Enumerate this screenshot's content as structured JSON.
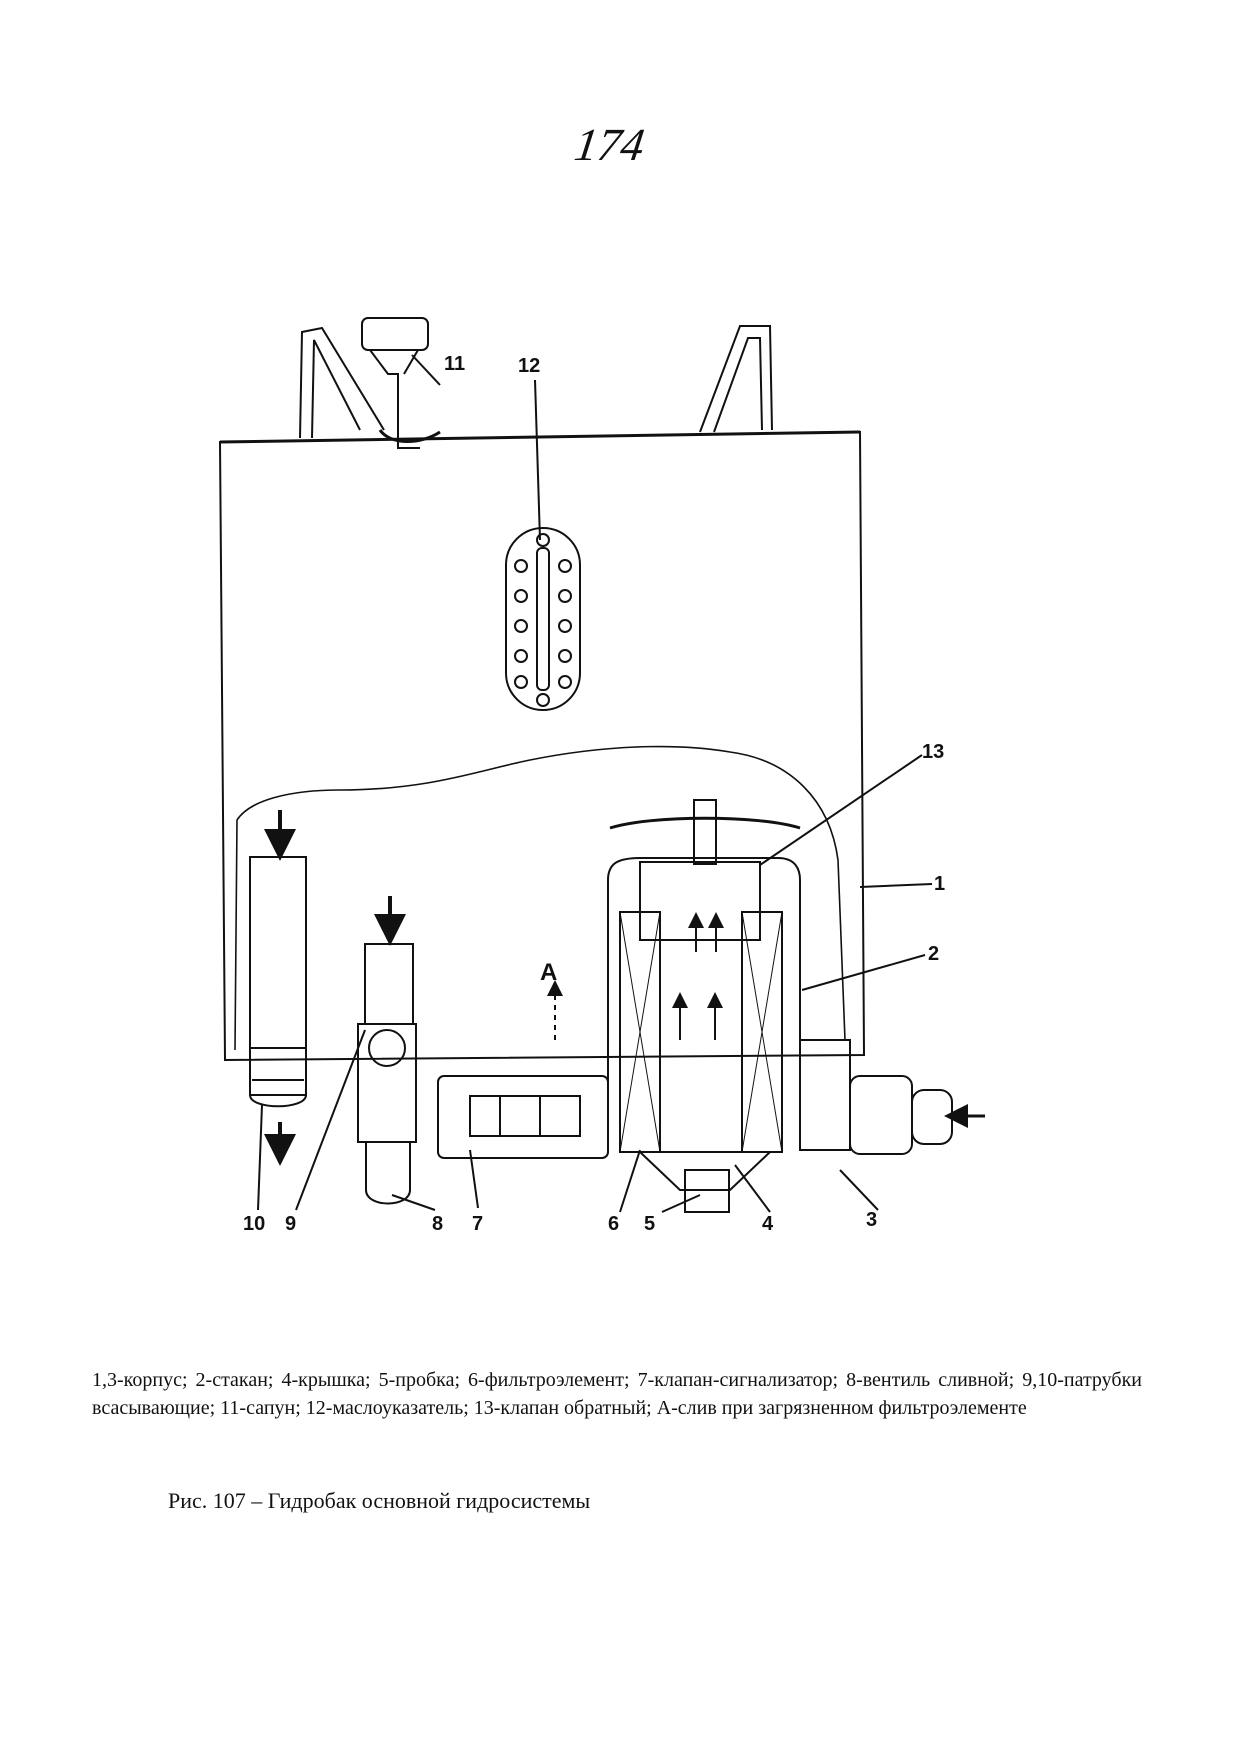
{
  "page": {
    "number": "174"
  },
  "labels": {
    "l1": "1",
    "l2": "2",
    "l3": "3",
    "l4": "4",
    "l5": "5",
    "l6": "6",
    "l7": "7",
    "l8": "8",
    "l9": "9",
    "l10": "10",
    "l11": "11",
    "l12": "12",
    "l13": "13",
    "lA": "А"
  },
  "legend": "1,3-корпус; 2-стакан; 4-крышка; 5-пробка; 6-фильтроэлемент; 7-клапан-сигнализатор; 8-вентиль сливной; 9,10-патрубки всасывающие; 11-сапун; 12-маслоуказатель; 13-клапан обратный; А-слив при загрязненном фильтроэлементе",
  "caption": "Рис. 107 – Гидробак основной гидросистемы"
}
